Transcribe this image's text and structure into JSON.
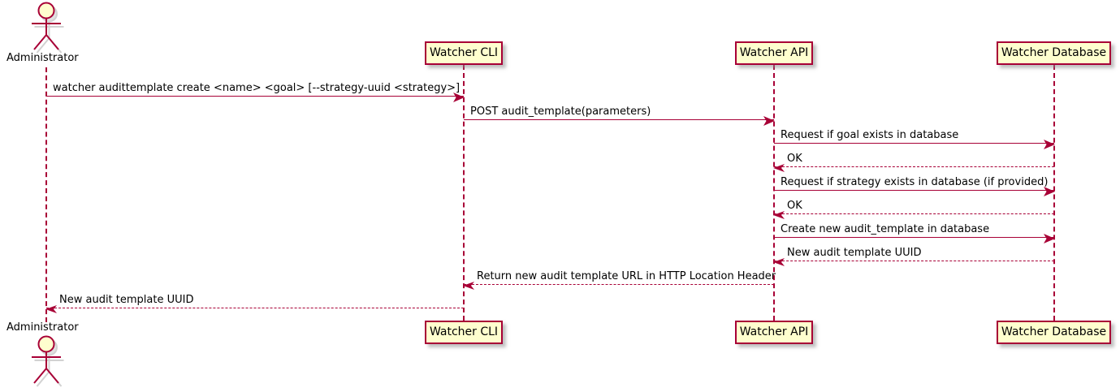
{
  "diagram": {
    "type": "uml-sequence-diagram",
    "colors": {
      "accent": "#A80036",
      "participant_fill": "#FEFECE",
      "text": "#000000",
      "background": "#FFFFFF"
    },
    "actor": {
      "name": "Administrator"
    },
    "participants": [
      {
        "label": "Watcher CLI"
      },
      {
        "label": "Watcher API"
      },
      {
        "label": "Watcher Database"
      }
    ],
    "messages": [
      {
        "from": "Administrator",
        "to": "Watcher CLI",
        "style": "solid",
        "label": "watcher audittemplate create <name> <goal> [--strategy-uuid <strategy>]"
      },
      {
        "from": "Watcher CLI",
        "to": "Watcher API",
        "style": "solid",
        "label": "POST audit_template(parameters)"
      },
      {
        "from": "Watcher API",
        "to": "Watcher Database",
        "style": "solid",
        "label": "Request if goal exists in database"
      },
      {
        "from": "Watcher Database",
        "to": "Watcher API",
        "style": "dashed",
        "label": "OK"
      },
      {
        "from": "Watcher API",
        "to": "Watcher Database",
        "style": "solid",
        "label": "Request if strategy exists in database (if provided)"
      },
      {
        "from": "Watcher Database",
        "to": "Watcher API",
        "style": "dashed",
        "label": "OK"
      },
      {
        "from": "Watcher API",
        "to": "Watcher Database",
        "style": "solid",
        "label": "Create new audit_template in database"
      },
      {
        "from": "Watcher Database",
        "to": "Watcher API",
        "style": "dashed",
        "label": "New audit template UUID"
      },
      {
        "from": "Watcher API",
        "to": "Watcher CLI",
        "style": "dashed",
        "label": "Return new audit template URL in HTTP Location Header"
      },
      {
        "from": "Watcher CLI",
        "to": "Administrator",
        "style": "dashed",
        "label": "New audit template UUID"
      }
    ]
  }
}
